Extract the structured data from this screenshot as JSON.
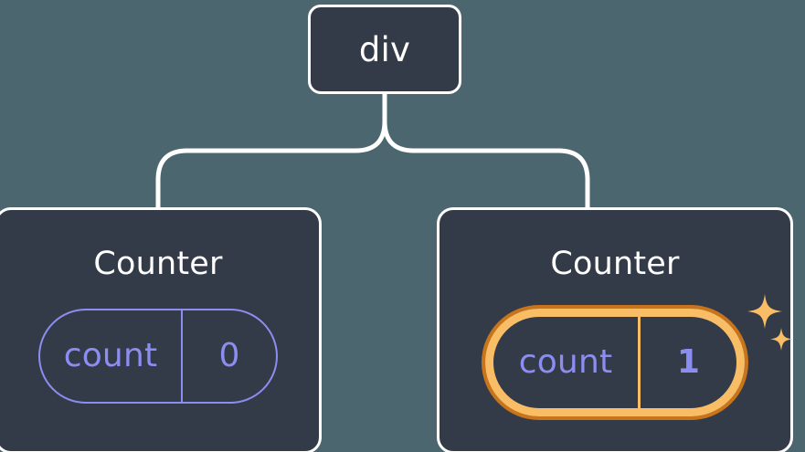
{
  "diagram": {
    "type": "component-tree",
    "background_color": "#4c666f",
    "node_fill_color": "#343b48",
    "node_border_color": "#ffffff",
    "connector_color": "#ffffff",
    "accent_color": "#8b8ef0",
    "highlight_color": "#f9bd66",
    "highlight_outer_color": "#c8741b"
  },
  "root": {
    "title": "div"
  },
  "children": [
    {
      "title": "Counter",
      "state": {
        "key": "count",
        "value": "0"
      },
      "highlighted": false,
      "sparkle": false
    },
    {
      "title": "Counter",
      "state": {
        "key": "count",
        "value": "1"
      },
      "highlighted": true,
      "sparkle": true
    }
  ],
  "icons": {
    "sparkle_large": "sparkle-icon",
    "sparkle_small": "sparkle-icon"
  }
}
